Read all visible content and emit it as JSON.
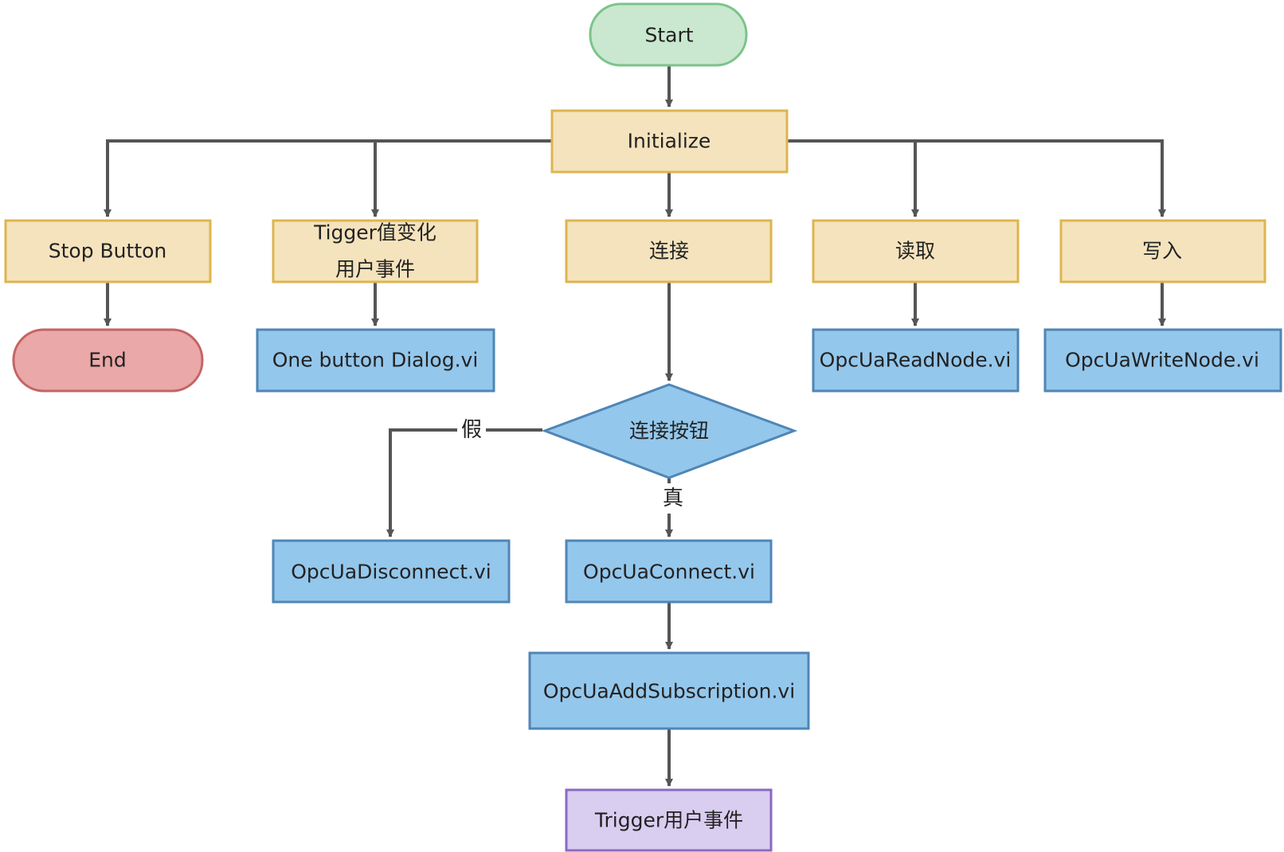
{
  "colors": {
    "terminal_start_fill": "#c9e8cf",
    "terminal_start_stroke": "#7cc38a",
    "terminal_end_fill": "#eaa8a8",
    "terminal_end_stroke": "#c46464",
    "process_fill": "#f5e3bd",
    "process_stroke": "#ddb550",
    "vi_fill": "#94c7ec",
    "vi_stroke": "#4f86b6",
    "event_fill": "#d9cdf0",
    "event_stroke": "#8a6ac2",
    "edge": "#555555"
  },
  "nodes": {
    "start": "Start",
    "initialize": "Initialize",
    "stop_button": "Stop Button",
    "end": "End",
    "tigger_line1": "Tigger值变化",
    "tigger_line2": "用户事件",
    "one_button_dialog": "One button Dialog.vi",
    "connect": "连接",
    "read": "读取",
    "write": "写入",
    "read_node": "OpcUaReadNode.vi",
    "write_node": "OpcUaWriteNode.vi",
    "connect_button": "连接按钮",
    "disconnect": "OpcUaDisconnect.vi",
    "opc_connect": "OpcUaConnect.vi",
    "add_subscription": "OpcUaAddSubscription.vi",
    "trigger_event": "Trigger用户事件"
  },
  "edges": {
    "false_label": "假",
    "true_label": "真"
  }
}
